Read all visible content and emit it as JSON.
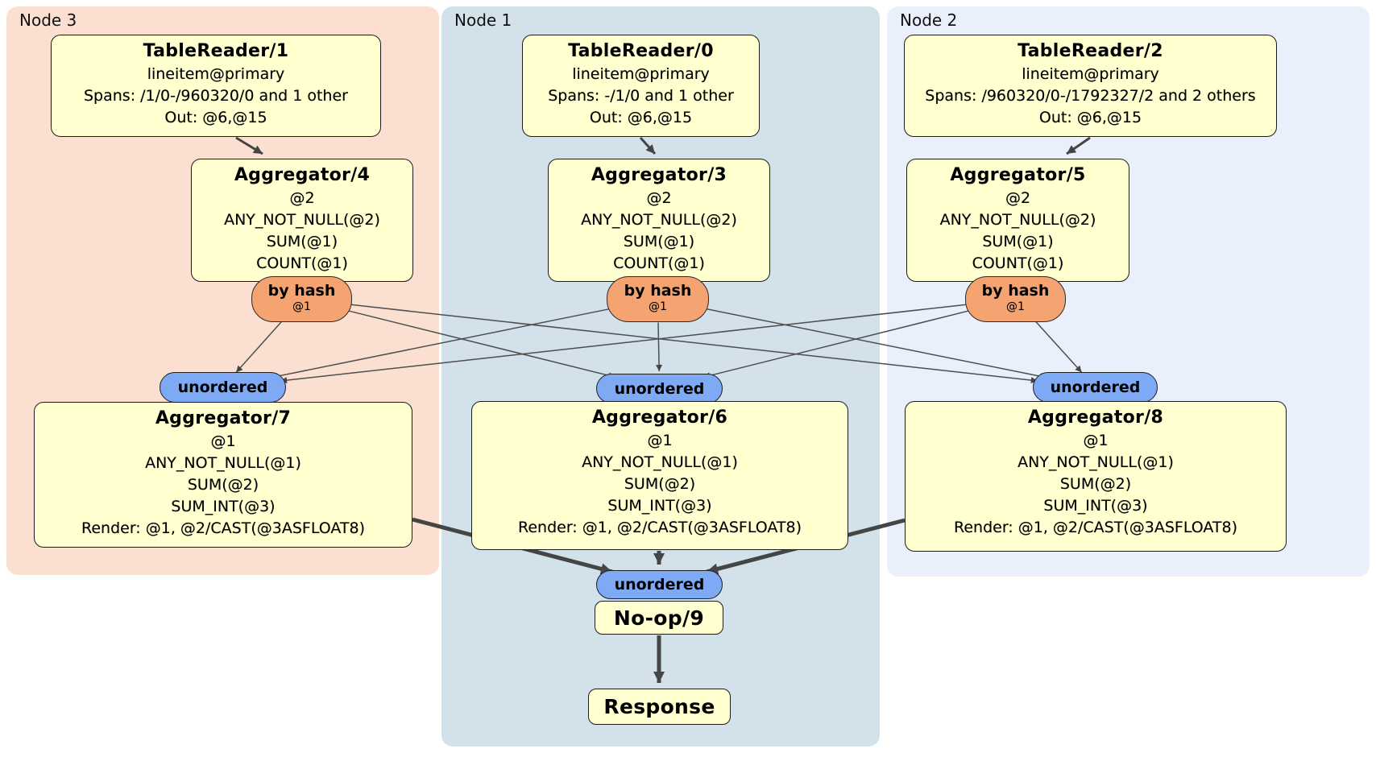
{
  "regions": [
    {
      "label": "Node 3"
    },
    {
      "label": "Node 1"
    },
    {
      "label": "Node 2"
    }
  ],
  "processors": [
    {
      "title": "TableReader/1",
      "lines": [
        "lineitem@primary",
        "Spans: /1/0-/960320/0 and 1 other",
        "Out: @6,@15"
      ]
    },
    {
      "title": "TableReader/0",
      "lines": [
        "lineitem@primary",
        "Spans: -/1/0 and 1 other",
        "Out: @6,@15"
      ]
    },
    {
      "title": "TableReader/2",
      "lines": [
        "lineitem@primary",
        "Spans: /960320/0-/1792327/2 and 2 others",
        "Out: @6,@15"
      ]
    },
    {
      "title": "Aggregator/4",
      "lines": [
        "@2",
        "ANY_NOT_NULL(@2)",
        "SUM(@1)",
        "COUNT(@1)"
      ]
    },
    {
      "title": "Aggregator/3",
      "lines": [
        "@2",
        "ANY_NOT_NULL(@2)",
        "SUM(@1)",
        "COUNT(@1)"
      ]
    },
    {
      "title": "Aggregator/5",
      "lines": [
        "@2",
        "ANY_NOT_NULL(@2)",
        "SUM(@1)",
        "COUNT(@1)"
      ]
    },
    {
      "title": "Aggregator/7",
      "lines": [
        "@1",
        "ANY_NOT_NULL(@1)",
        "SUM(@2)",
        "SUM_INT(@3)",
        "Render: @1, @2/CAST(@3ASFLOAT8)"
      ]
    },
    {
      "title": "Aggregator/6",
      "lines": [
        "@1",
        "ANY_NOT_NULL(@1)",
        "SUM(@2)",
        "SUM_INT(@3)",
        "Render: @1, @2/CAST(@3ASFLOAT8)"
      ]
    },
    {
      "title": "Aggregator/8",
      "lines": [
        "@1",
        "ANY_NOT_NULL(@1)",
        "SUM(@2)",
        "SUM_INT(@3)",
        "Render: @1, @2/CAST(@3ASFLOAT8)"
      ]
    },
    {
      "title": "No-op/9",
      "lines": []
    },
    {
      "title": "Response",
      "lines": []
    }
  ],
  "routers": [
    {
      "label": "by hash",
      "tag": "@1"
    },
    {
      "label": "by hash",
      "tag": "@1"
    },
    {
      "label": "by hash",
      "tag": "@1"
    }
  ],
  "syncs": [
    {
      "label": "unordered"
    },
    {
      "label": "unordered"
    },
    {
      "label": "unordered"
    },
    {
      "label": "unordered"
    }
  ],
  "colors": {
    "band-node3": "#fbe0d1",
    "band-node1": "#d2e1ea",
    "band-node2": "#e9effb",
    "proc-fill": "#ffffcf",
    "proc-border": "#1b1b1b",
    "router-fill": "#f5a471",
    "sync-fill": "#7ea9f4",
    "edge": "#4e4e4e",
    "edge-thick": "#454545",
    "text": "#000000"
  }
}
